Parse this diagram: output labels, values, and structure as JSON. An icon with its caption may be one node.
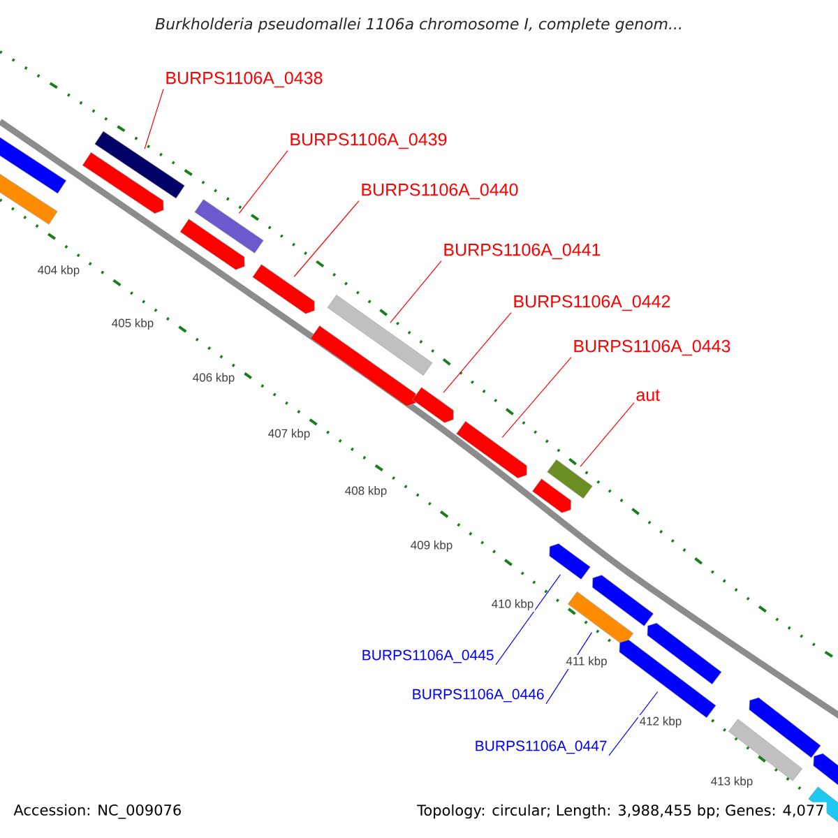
{
  "diagram": {
    "title": "Burkholderia pseudomallei 1106a chromosome I, complete genom...",
    "nodes": [
      {
        "text": [
          "BURPS1106A_0438"
        ]
      },
      {
        "text": [
          "BURPS1106A_0439"
        ]
      },
      {
        "text": [
          "BURPS1106A_0440"
        ]
      },
      {
        "text": [
          "BURPS1106A_0441"
        ]
      },
      {
        "text": [
          "BURPS1106A_0442"
        ]
      },
      {
        "text": [
          "BURPS1106A_0443"
        ]
      },
      {
        "text": [
          "aut"
        ]
      },
      {
        "text": [
          "BURPS1106A_0445"
        ]
      },
      {
        "text": [
          "BURPS1106A_0446"
        ]
      },
      {
        "text": [
          "BURPS1106A_0447"
        ]
      },
      {
        "text": [],
        "shape": "bar"
      },
      {
        "text": [],
        "shape": "bar"
      },
      {
        "text": [],
        "shape": "bar"
      },
      {
        "text": [],
        "shape": "bar"
      },
      {
        "text": [],
        "shape": "bar"
      },
      {
        "text": [],
        "shape": "bar"
      },
      {
        "text": [],
        "shape": "bar"
      },
      {
        "text": [],
        "shape": "bar"
      },
      {
        "text": [],
        "shape": "bar"
      },
      {
        "text": [],
        "shape": "bar"
      },
      {
        "text": [],
        "shape": "bar"
      },
      {
        "text": [],
        "shape": "bar"
      },
      {
        "text": [],
        "shape": "bar"
      },
      {
        "text": [],
        "shape": "bar"
      },
      {
        "text": [],
        "shape": "bar"
      },
      {
        "text": [],
        "shape": "bar"
      },
      {
        "text": [],
        "shape": "bar"
      },
      {
        "text": [],
        "shape": "bar"
      },
      {
        "text": [],
        "shape": "bar"
      },
      {
        "text": [],
        "shape": "bar"
      },
      {
        "text": [],
        "shape": "bar"
      },
      {
        "text": [],
        "shape": "bar"
      }
    ],
    "edges": [
      {
        "from": 0,
        "to": 13,
        "arrow": "none"
      },
      {
        "from": 1,
        "to": 15,
        "arrow": "none"
      },
      {
        "from": 2,
        "to": 16,
        "arrow": "none"
      },
      {
        "from": 3,
        "to": 18,
        "arrow": "none"
      },
      {
        "from": 4,
        "to": 19,
        "arrow": "none"
      },
      {
        "from": 5,
        "to": 20,
        "arrow": "none"
      },
      {
        "from": 6,
        "to": 22,
        "arrow": "none"
      },
      {
        "from": 7,
        "to": 23,
        "arrow": "none",
        "color": "#0000ff"
      },
      {
        "from": 8,
        "to": 24,
        "arrow": "none",
        "color": "#0000ff"
      },
      {
        "from": 9,
        "to": 26,
        "arrow": "none",
        "color": "#0000ff"
      }
    ],
    "labels": [
      "404 kbp",
      "405 kbp",
      "406 kbp",
      "407 kbp",
      "408 kbp",
      "409 kbp",
      "410 kbp",
      "411 kbp",
      "412 kbp",
      "413 kbp",
      "Accession: NC_009076",
      "Topology: circular; Length: 3,988,455 bp; Genes: 4,077"
    ]
  }
}
